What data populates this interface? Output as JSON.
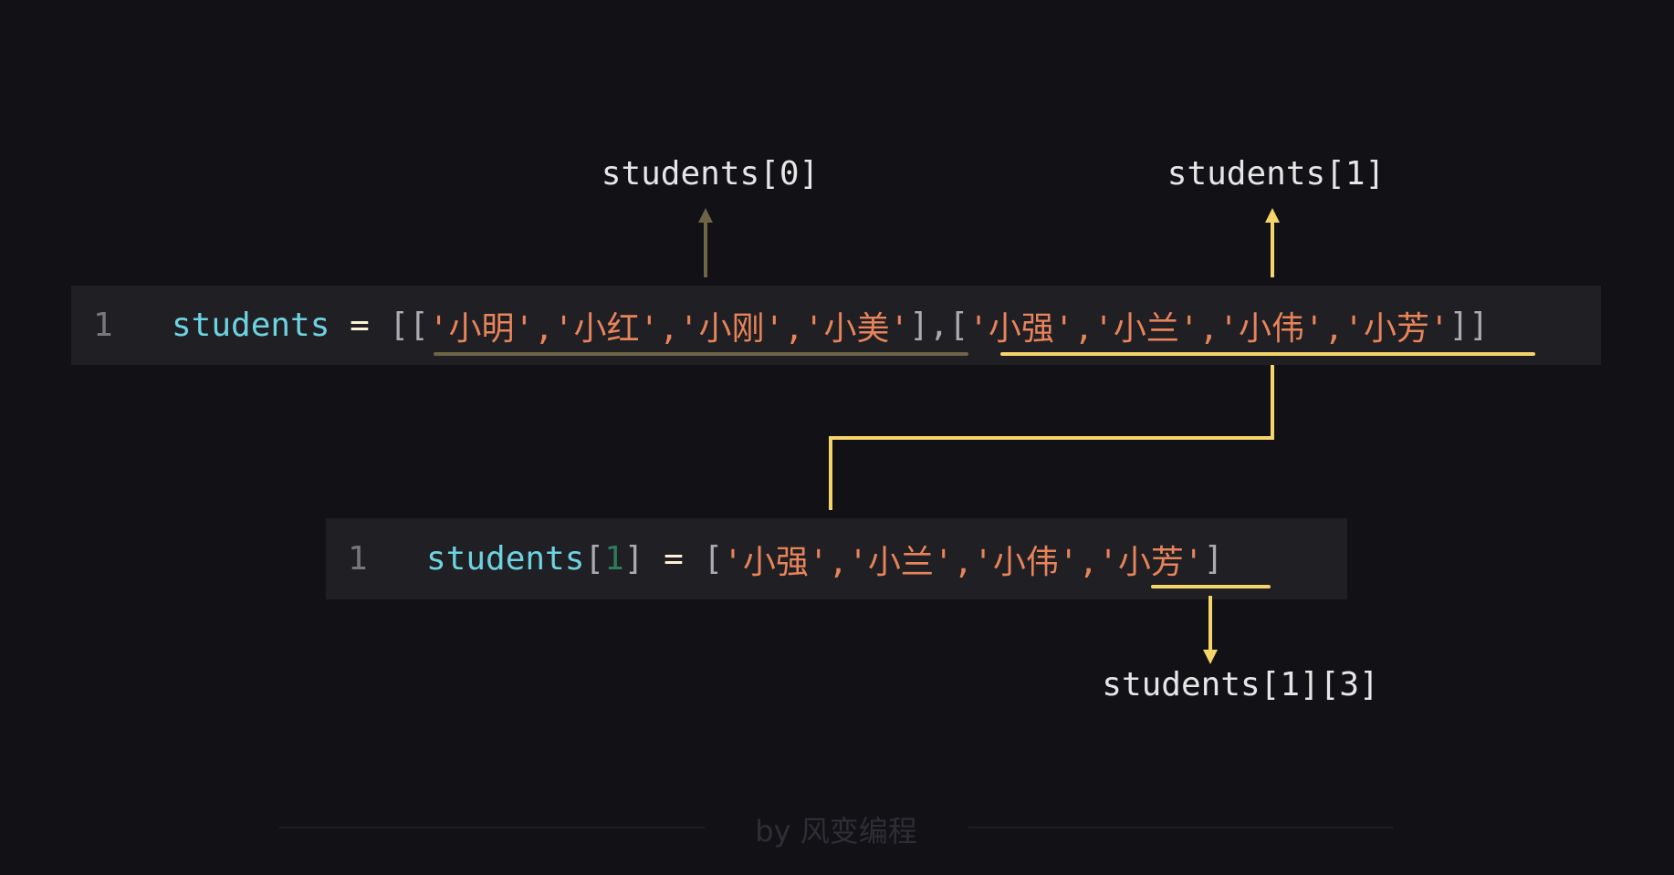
{
  "code1": {
    "line_number": "1",
    "variable": "students",
    "operator": " = ",
    "open": "[[",
    "list0": "'小明','小红','小刚','小美'",
    "mid": "],[",
    "list1": "'小强','小兰','小伟','小芳'",
    "close": "]]"
  },
  "code2": {
    "line_number": "1",
    "variable": "students",
    "index_open": "[",
    "index": "1",
    "index_close": "]",
    "operator": " = ",
    "open": "[",
    "items_before": "'小强','小兰','小伟',",
    "last_item": "'小芳'",
    "close": "]"
  },
  "labels": {
    "first": "students[0]",
    "second": "students[1]",
    "nested": "students[1][3]"
  },
  "footer": {
    "text": "by 风变编程"
  },
  "colors": {
    "background": "#111116",
    "code_bg": "#1f1f24",
    "variable": "#6dd3e0",
    "string": "#e8845a",
    "highlight": "#f5d56a",
    "dim_highlight": "#6e6446"
  }
}
